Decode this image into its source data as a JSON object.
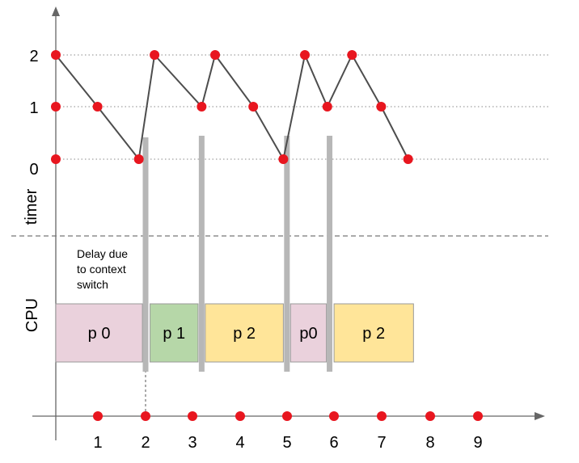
{
  "axis_labels": {
    "timer": "timer",
    "cpu": "CPU"
  },
  "y_ticks": [
    "2",
    "1",
    "0"
  ],
  "x_ticks": [
    "1",
    "2",
    "3",
    "4",
    "5",
    "6",
    "7",
    "8",
    "9"
  ],
  "annotation": {
    "line1": "Delay due",
    "line2": "to context",
    "line3": "switch"
  },
  "processes": [
    {
      "label": "p 0",
      "start": 0,
      "end": 1.93,
      "color": "#ead1dc"
    },
    {
      "label": "p 1",
      "start": 2.1,
      "end": 3.17,
      "color": "#b6d7a8"
    },
    {
      "label": "p 2",
      "start": 3.33,
      "end": 5.07,
      "color": "#ffe599"
    },
    {
      "label": "p0",
      "start": 5.23,
      "end": 6.03,
      "color": "#ead1dc"
    },
    {
      "label": "p 2",
      "start": 6.2,
      "end": 7.97,
      "color": "#ffe599"
    }
  ],
  "context_switches": [
    2.0,
    3.25,
    5.15,
    6.1
  ],
  "timer_points": [
    {
      "t": 0,
      "v": 2
    },
    {
      "t": 0.93,
      "v": 1
    },
    {
      "t": 1.85,
      "v": 0
    },
    {
      "t": 2.2,
      "v": 2
    },
    {
      "t": 3.25,
      "v": 1
    },
    {
      "t": 3.55,
      "v": 2
    },
    {
      "t": 4.4,
      "v": 1
    },
    {
      "t": 5.07,
      "v": 0
    },
    {
      "t": 5.55,
      "v": 2
    },
    {
      "t": 6.05,
      "v": 1
    },
    {
      "t": 6.6,
      "v": 2
    },
    {
      "t": 7.25,
      "v": 1
    },
    {
      "t": 7.85,
      "v": 0
    }
  ],
  "colors": {
    "marker": "#e8161f",
    "timer_line": "#4d4d4d",
    "switch_bar": "#b7b7b7",
    "axis": "#666666",
    "grid": "#888888"
  }
}
